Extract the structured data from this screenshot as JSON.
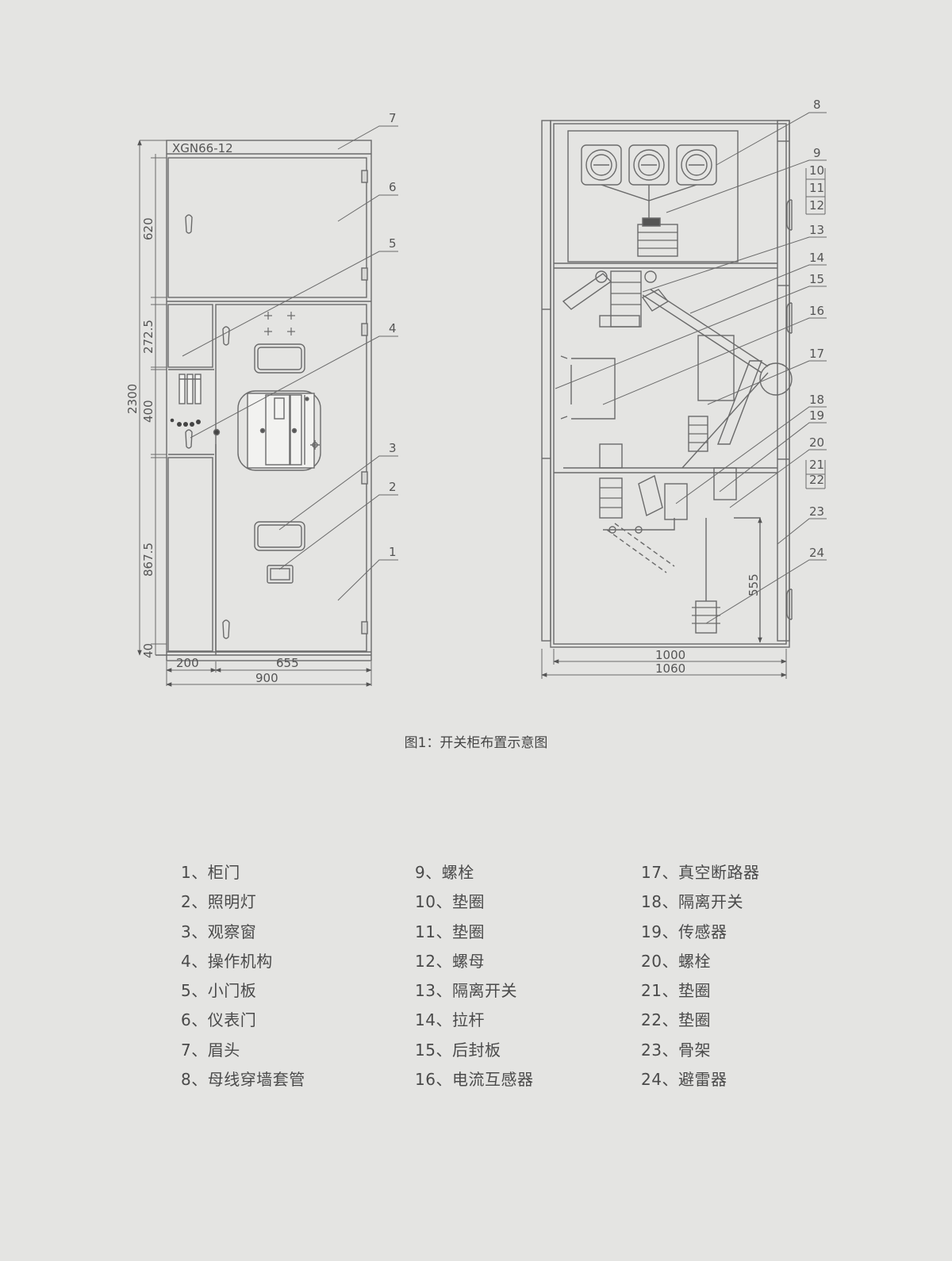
{
  "figure": {
    "model": "XGN66-12",
    "caption": "图1：开关柜布置示意图",
    "front_view": {
      "callouts": [
        "7",
        "6",
        "5",
        "4",
        "3",
        "2",
        "1"
      ],
      "dims": {
        "h_total": "2300",
        "h_top": "620",
        "h_mid1": "272.5",
        "h_mid2": "400",
        "h_bottom": "867.5",
        "h_base": "40",
        "w_left": "200",
        "w_right": "655",
        "w_total": "900"
      }
    },
    "side_view": {
      "callouts": [
        "8",
        "9",
        "10",
        "11",
        "12",
        "13",
        "14",
        "15",
        "16",
        "17",
        "18",
        "19",
        "20",
        "21",
        "22",
        "23",
        "24"
      ],
      "dims": {
        "w_inner": "1000",
        "w_total": "1060",
        "h_arrester": "555"
      }
    }
  },
  "legend": {
    "columns": [
      [
        "1、柜门",
        "2、照明灯",
        "3、观察窗",
        "4、操作机构",
        "5、小门板",
        "6、仪表门",
        "7、眉头",
        "8、母线穿墙套管"
      ],
      [
        "9、螺栓",
        "10、垫圈",
        "11、垫圈",
        "12、螺母",
        "13、隔离开关",
        "14、拉杆",
        "15、后封板",
        "16、电流互感器"
      ],
      [
        "17、真空断路器",
        "18、隔离开关",
        "19、传感器",
        "20、螺栓",
        "21、垫圈",
        "22、垫圈",
        "23、骨架",
        "24、避雷器"
      ]
    ]
  }
}
